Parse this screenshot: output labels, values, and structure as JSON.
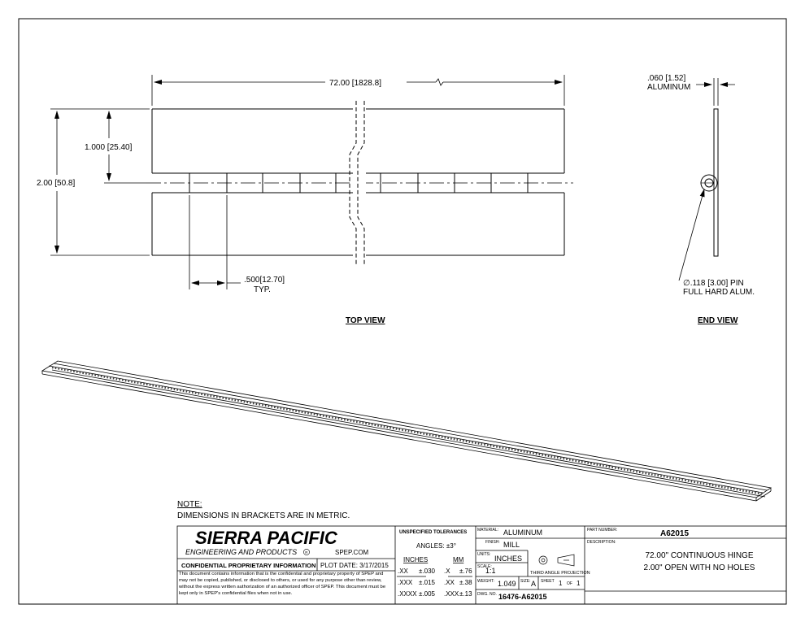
{
  "views": {
    "top_view_label": "TOP VIEW",
    "end_view_label": "END VIEW"
  },
  "dimensions": {
    "overall_length": "72.00",
    "overall_length_metric": "1828.8",
    "width": "2.00",
    "width_metric": "50.8",
    "half_width": "1.000",
    "half_width_metric": "25.40",
    "knuckle": ".500",
    "knuckle_metric": "12.70",
    "knuckle_note": "TYP.",
    "thickness": ".060",
    "thickness_metric": "1.52",
    "thickness_material": "ALUMINUM",
    "pin": "∅.118",
    "pin_metric": "3.00",
    "pin_suffix": "PIN",
    "pin_material": "FULL HARD ALUM."
  },
  "note": {
    "title": "NOTE:",
    "text": "DIMENSIONS IN BRACKETS ARE IN METRIC."
  },
  "title_block": {
    "company_name": "SIERRA PACIFIC",
    "company_sub": "ENGINEERING AND PRODUCTS",
    "registered_mark": "R",
    "website": "SPEP.COM",
    "confidential_title": "CONFIDENTIAL PROPRIETARY INFORMATION",
    "plot_date_label": "PLOT DATE:",
    "plot_date": "3/17/2015",
    "confidential_text": "This document contains information that is the confidential and proprietary property of SPEP and may not be copied, published, or disclosed to others, or used for any purpose other than review, without the express written authorization of an authorized officer of SPEP. This document must be kept only in SPEP's confidential files when not in use.",
    "tolerances_title": "UNSPECIFIED TOLERANCES",
    "angles": "ANGLES: ±3°",
    "inches_header": "INCHES",
    "mm_header": "MM",
    "tolerances": [
      {
        "in_fmt": ".XX",
        "in_tol": "±.030",
        "mm_fmt": ".X",
        "mm_tol": "±.76"
      },
      {
        "in_fmt": ".XXX",
        "in_tol": "±.015",
        "mm_fmt": ".XX",
        "mm_tol": "±.38"
      },
      {
        "in_fmt": ".XXXX",
        "in_tol": "±.005",
        "mm_fmt": ".XXX",
        "mm_tol": "±.13"
      }
    ],
    "material_label": "MATERIAL:",
    "material": "ALUMINUM",
    "finish_label": "FINISH:",
    "finish": "MILL",
    "units_label": "UNITS:",
    "units": "INCHES",
    "scale_label": "SCALE:",
    "scale": "1:1",
    "projection_label": "THIRD ANGLE PROJECTION",
    "weight_label": "WEIGHT:",
    "weight": "1.049",
    "size_label": "SIZE:",
    "size": "A",
    "sheet_label": "SHEET",
    "sheet": "1",
    "of_label": "OF",
    "sheet_total": "1",
    "dwg_label": "DWG. NO.",
    "dwg_no": "16476-A62015",
    "part_number_label": "PART NUMBER:",
    "part_number": "A62015",
    "description_label": "DESCRIPTION:",
    "description_line1": "72.00\" CONTINUOUS HINGE",
    "description_line2": "2.00\" OPEN WITH NO HOLES"
  }
}
